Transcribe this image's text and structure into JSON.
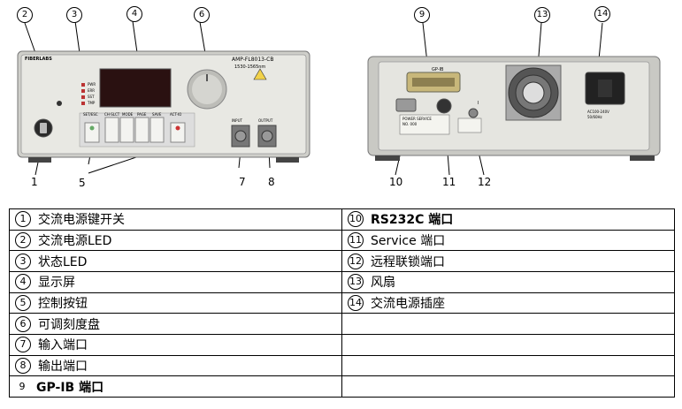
{
  "front_panel": {
    "brand": "FIBERLABS",
    "model": "AMP-FL8013-CB",
    "wavelength": "1530-1565nm",
    "status_led_labels": [
      "PWR",
      "ERR",
      "SST",
      "TMP"
    ],
    "buttons": [
      "SET/ESC",
      "CH-SLCT",
      "MODE",
      "PAGE",
      "SAVE",
      "ACT-IO"
    ],
    "port_labels": [
      "INPUT",
      "OUTPUT"
    ]
  },
  "rear_panel": {
    "gpib_label": "GP-IB",
    "interlock_label": "I",
    "service_text": [
      "POWER SERVICE",
      "NO. 000"
    ],
    "power_label": [
      "AC100-240V",
      "50/60Hz"
    ]
  },
  "callouts": [
    {
      "num": "1"
    },
    {
      "num": "2"
    },
    {
      "num": "3"
    },
    {
      "num": "4"
    },
    {
      "num": "5"
    },
    {
      "num": "6"
    },
    {
      "num": "7"
    },
    {
      "num": "8"
    },
    {
      "num": "9"
    },
    {
      "num": "10"
    },
    {
      "num": "11"
    },
    {
      "num": "12"
    },
    {
      "num": "13"
    },
    {
      "num": "14"
    }
  ],
  "legend": {
    "left": [
      {
        "num": "1",
        "label": "交流电源键开关"
      },
      {
        "num": "2",
        "label": "交流电源LED"
      },
      {
        "num": "3",
        "label": "状态LED"
      },
      {
        "num": "4",
        "label": "显示屏"
      },
      {
        "num": "5",
        "label": "控制按钮"
      },
      {
        "num": "6",
        "label": "可调刻度盘"
      },
      {
        "num": "7",
        "label": "输入端口"
      },
      {
        "num": "8",
        "label": "输出端口"
      },
      {
        "num": "9",
        "label": "GP-IB 端口"
      }
    ],
    "right": [
      {
        "num": "10",
        "label": "RS232C 端口"
      },
      {
        "num": "11",
        "label": "Service 端口"
      },
      {
        "num": "12",
        "label": "远程联锁端口"
      },
      {
        "num": "13",
        "label": "风扇"
      },
      {
        "num": "14",
        "label": "交流电源插座"
      },
      {
        "num": "",
        "label": ""
      },
      {
        "num": "",
        "label": ""
      },
      {
        "num": "",
        "label": ""
      },
      {
        "num": "",
        "label": ""
      }
    ]
  }
}
